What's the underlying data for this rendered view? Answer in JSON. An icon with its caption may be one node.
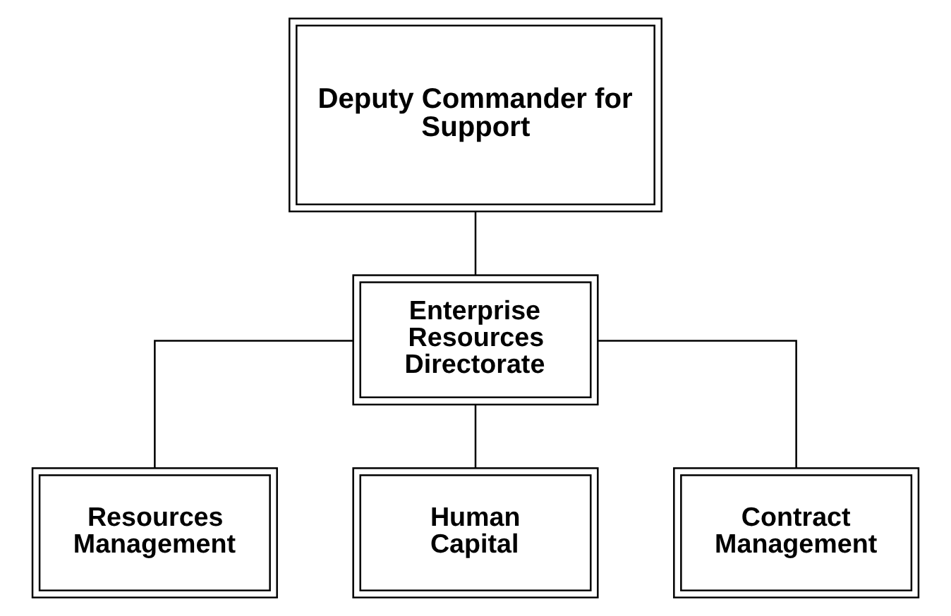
{
  "diagram": {
    "nodes": [
      {
        "text": [
          "Deputy Commander for Support"
        ]
      },
      {
        "text": [
          "Enterprise Resources Directorate"
        ]
      },
      {
        "text": [
          "Resources Management"
        ]
      },
      {
        "text": [
          "Human Capital"
        ]
      },
      {
        "text": [
          "Contract Management"
        ]
      }
    ],
    "edges": [
      {
        "from": 0,
        "to": 1,
        "arrow": "none"
      },
      {
        "from": 1,
        "to": 2,
        "arrow": "none"
      },
      {
        "from": 1,
        "to": 3,
        "arrow": "none"
      },
      {
        "from": 1,
        "to": 4,
        "arrow": "none"
      }
    ]
  }
}
